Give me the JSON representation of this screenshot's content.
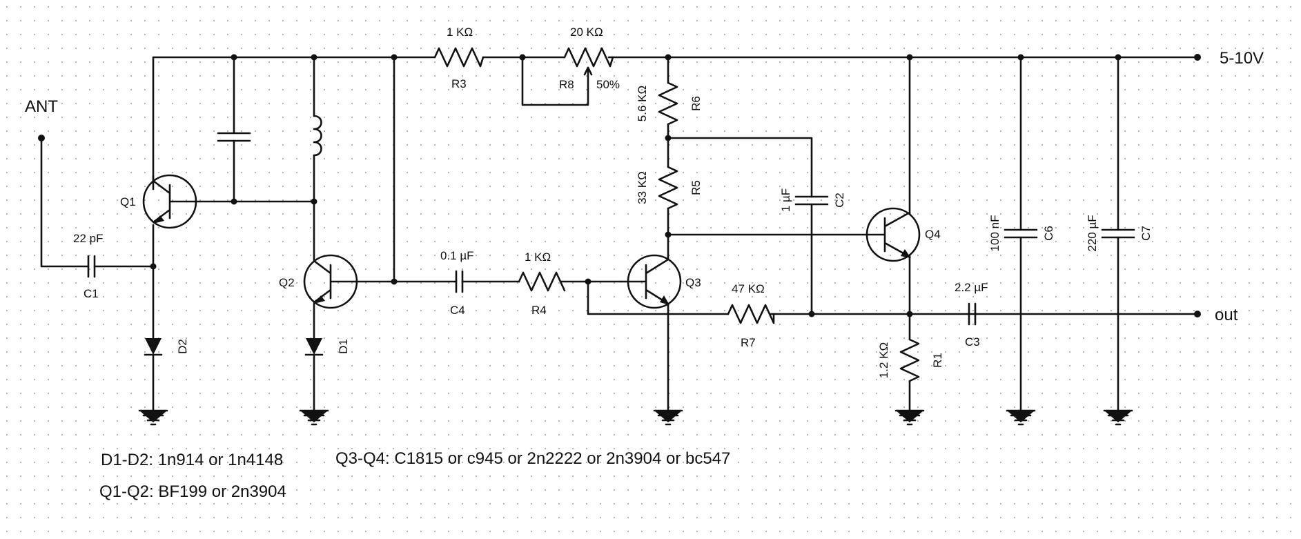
{
  "labels": {
    "ant": "ANT",
    "vcc": "5-10V",
    "out": "out"
  },
  "components": {
    "q1": {
      "ref": "Q1"
    },
    "q2": {
      "ref": "Q2"
    },
    "q3": {
      "ref": "Q3"
    },
    "q4": {
      "ref": "Q4"
    },
    "r1": {
      "ref": "R1",
      "value": "1.2 KΩ"
    },
    "r3": {
      "ref": "R3",
      "value": "1 KΩ"
    },
    "r4": {
      "ref": "R4",
      "value": "1 KΩ"
    },
    "r5": {
      "ref": "R5",
      "value": "33 KΩ"
    },
    "r6": {
      "ref": "R6",
      "value": "5.6 KΩ"
    },
    "r7": {
      "ref": "R7",
      "value": "47 KΩ"
    },
    "r8": {
      "ref": "R8",
      "value": "20 KΩ",
      "wiper": "50%"
    },
    "c1": {
      "ref": "C1",
      "value": "22 pF"
    },
    "c2": {
      "ref": "C2",
      "value": "1 µF"
    },
    "c3": {
      "ref": "C3",
      "value": "2.2 µF"
    },
    "c4": {
      "ref": "C4",
      "value": "0.1 µF"
    },
    "c6": {
      "ref": "C6",
      "value": "100 nF"
    },
    "c7": {
      "ref": "C7",
      "value": "220 µF"
    },
    "d1": {
      "ref": "D1"
    },
    "d2": {
      "ref": "D2"
    }
  },
  "notes": {
    "diodes": "D1-D2: 1n914 or 1n4148",
    "q1q2": "Q1-Q2: BF199 or 2n3904",
    "q3q4": "Q3-Q4: C1815 or c945 or 2n2222 or 2n3904 or bc547"
  }
}
